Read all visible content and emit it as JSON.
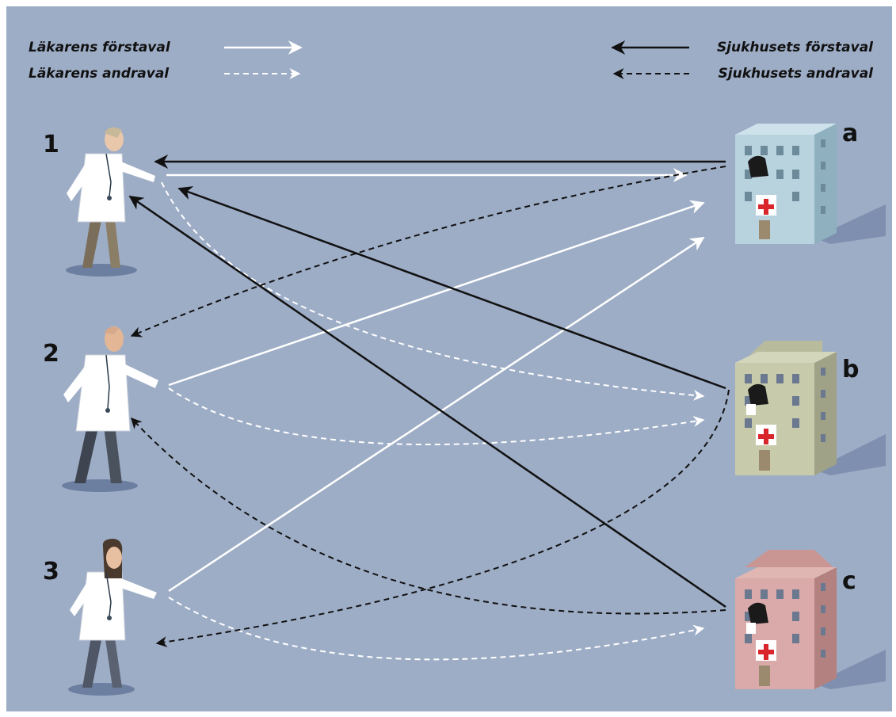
{
  "legend": {
    "doctor_first": "Läkarens förstaval",
    "doctor_second": "Läkarens andraval",
    "hospital_first": "Sjukhusets förstaval",
    "hospital_second": "Sjukhusets andraval"
  },
  "doctors": [
    {
      "label": "1"
    },
    {
      "label": "2"
    },
    {
      "label": "3"
    }
  ],
  "hospitals": [
    {
      "label": "a",
      "wall": "#b9d3de",
      "side": "#8fb0bf",
      "roof": "#cde2ea"
    },
    {
      "label": "b",
      "wall": "#c7cbab",
      "side": "#9fa287",
      "roof": "#d3d6ba"
    },
    {
      "label": "c",
      "wall": "#d9aaa9",
      "side": "#b3817f",
      "roof": "#e0b6b3"
    }
  ],
  "colors": {
    "background": "#9dadc6",
    "doctor_pref": "#ffffff",
    "hospital_pref": "#111111",
    "cross": "#d9262c"
  }
}
